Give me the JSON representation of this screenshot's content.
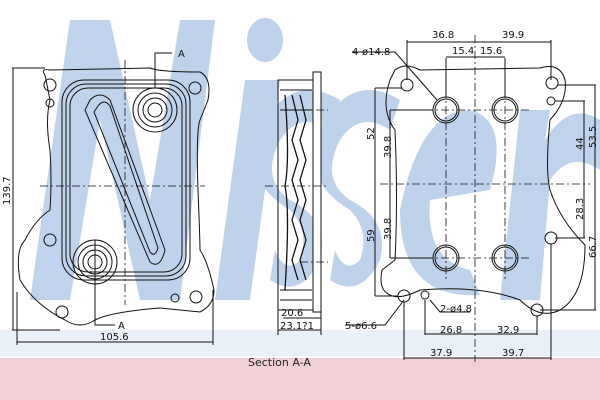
{
  "watermark": {
    "text": "Nissens",
    "color": "#9dbbe0",
    "band_color": "#f2d0d8"
  },
  "caption": "Section A-A",
  "front_view": {
    "height_label": "139.7",
    "width_label": "105.6",
    "section_marker": "A"
  },
  "section_view": {
    "inner_label": "20.6",
    "outer_label": "23.1?1"
  },
  "back_view": {
    "top_left": "36.8",
    "top_right": "39.9",
    "inner_left": "15.4",
    "inner_right": "15.6",
    "hole_callout_main": "4-ø14.8",
    "hole_callout_small": "2-ø4.8",
    "hole_callout_mount": "5-ø6.6",
    "left_52": "52",
    "left_39_8_top": "39.8",
    "left_39_8_bottom": "39.8",
    "left_59": "59",
    "right_44": "44",
    "right_53_5": "53.5",
    "right_28_3": "28.3",
    "right_66_7": "66.7",
    "bottom_inner_left": "26.8",
    "bottom_inner_right": "32.9",
    "bottom_outer_left": "37.9",
    "bottom_outer_right": "39.7"
  }
}
